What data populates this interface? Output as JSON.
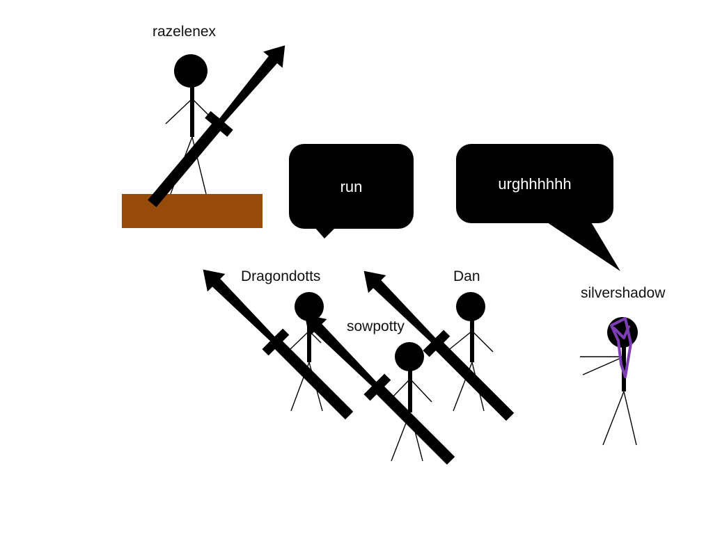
{
  "characters": [
    {
      "name": "razelenex"
    },
    {
      "name": "Dragondotts"
    },
    {
      "name": "sowpotty"
    },
    {
      "name": "Dan"
    },
    {
      "name": "silvershadow"
    }
  ],
  "speech_bubbles": [
    {
      "text": "run"
    },
    {
      "text": "urghhhhhh"
    }
  ],
  "colors": {
    "background": "#ffffff",
    "stick_figure": "#000000",
    "platform": "#964b0a",
    "scarf": "#7e3fb5",
    "bubble_text": "#ffffff"
  }
}
